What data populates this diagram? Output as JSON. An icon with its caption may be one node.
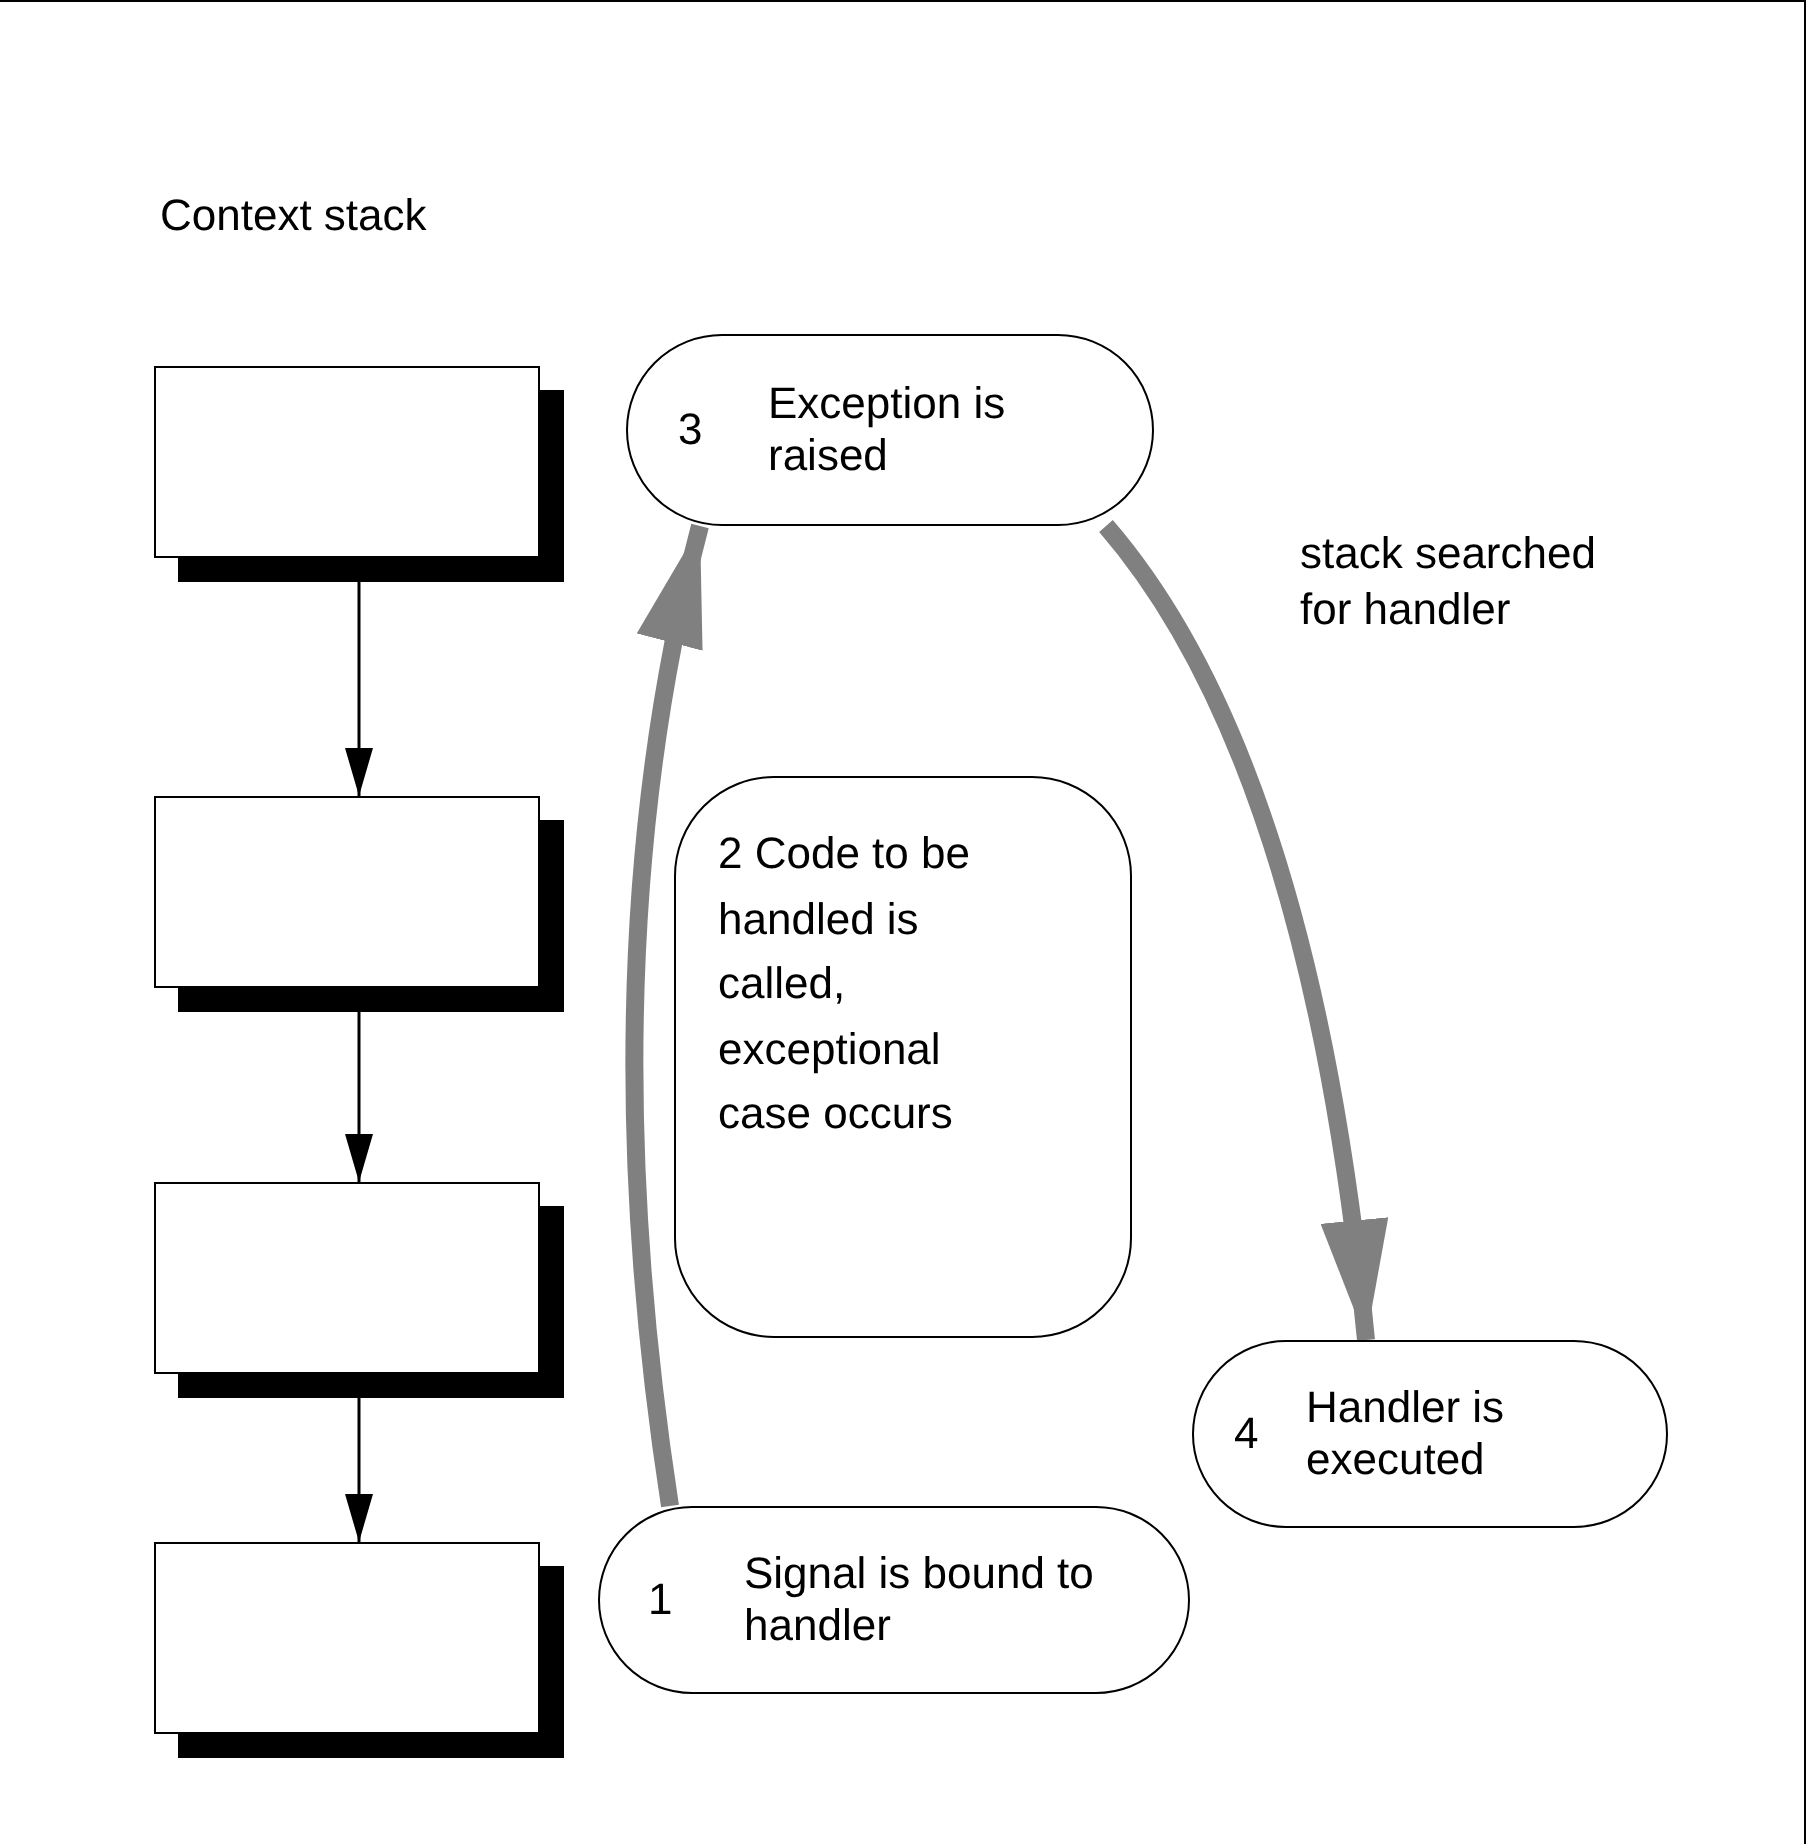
{
  "diagram": {
    "nodes": [
      {
        "text": [],
        "shape": "box"
      },
      {
        "text": [
          "3",
          "Exception is raised"
        ]
      },
      {
        "text": [],
        "shape": "box"
      },
      {
        "text": [
          "2 Code to be handled is called, exceptional case occurs"
        ]
      },
      {
        "text": [],
        "shape": "box"
      },
      {
        "text": [
          "4",
          "Handler is executed"
        ]
      },
      {
        "text": [],
        "shape": "box"
      },
      {
        "text": [
          "1",
          "Signal is bound to handler"
        ]
      }
    ],
    "edges": [
      {
        "from": 0,
        "to": 2,
        "arrow": "to"
      },
      {
        "from": 2,
        "to": 4,
        "arrow": "to"
      },
      {
        "from": 4,
        "to": 6,
        "arrow": "to"
      },
      {
        "from": 7,
        "to": 1,
        "arrow": "to",
        "style": "thick",
        "color": "#808080"
      },
      {
        "from": 1,
        "to": 5,
        "arrow": "to",
        "label": "stack searched for handler",
        "style": "thick",
        "color": "#808080"
      }
    ],
    "labels": [
      "Context stack"
    ]
  }
}
